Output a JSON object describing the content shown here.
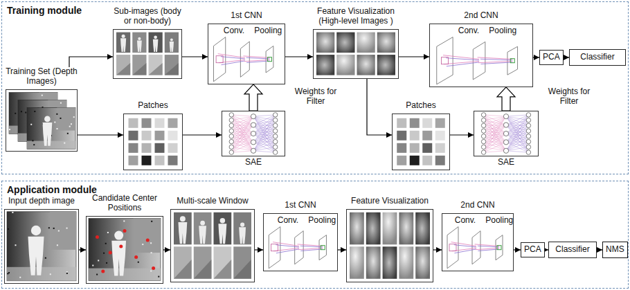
{
  "diagram": {
    "nodes": [
      {
        "text": [
          "Training module"
        ]
      },
      {
        "text": [
          "Training Set (Depth Images)"
        ],
        "in": 0
      },
      {
        "text": [
          "Sub-images (body or non-body)"
        ],
        "in": 0
      },
      {
        "text": [
          "1st CNN",
          "Conv.",
          "Pooling"
        ],
        "in": 0
      },
      {
        "text": [
          "Feature Visualization (High-level Images )"
        ],
        "in": 0
      },
      {
        "text": [
          "2nd CNN",
          "Conv.",
          "Pooling"
        ],
        "in": 0
      },
      {
        "text": [
          "PCA"
        ],
        "in": 0
      },
      {
        "text": [
          "Classifier"
        ],
        "in": 0
      },
      {
        "text": [
          "Patches"
        ],
        "in": 0
      },
      {
        "text": [
          "SAE"
        ],
        "in": 0
      },
      {
        "text": [
          "Patches"
        ],
        "in": 0
      },
      {
        "text": [
          "SAE"
        ],
        "in": 0
      },
      {
        "text": [
          "Application module"
        ]
      },
      {
        "text": [
          "Input depth image"
        ],
        "in": 12
      },
      {
        "text": [
          "Candidate Center Positions"
        ],
        "in": 12
      },
      {
        "text": [
          "Multi-scale Window"
        ],
        "in": 12
      },
      {
        "text": [
          "1st CNN",
          "Conv.",
          "Pooling"
        ],
        "in": 12
      },
      {
        "text": [
          "Feature Visualization"
        ],
        "in": 12
      },
      {
        "text": [
          "2nd CNN",
          "Conv.",
          "Pooling"
        ],
        "in": 12
      },
      {
        "text": [
          "PCA"
        ],
        "in": 12
      },
      {
        "text": [
          "Classifier"
        ],
        "in": 12
      },
      {
        "text": [
          "NMS"
        ],
        "in": 12
      }
    ],
    "edges": [
      {
        "from": 1,
        "to": 2,
        "arrow": "to"
      },
      {
        "from": 1,
        "to": 8,
        "arrow": "to"
      },
      {
        "from": 2,
        "to": 3,
        "arrow": "to"
      },
      {
        "from": 3,
        "to": 4,
        "arrow": "to"
      },
      {
        "from": 4,
        "to": 5,
        "arrow": "to"
      },
      {
        "from": 5,
        "to": 6,
        "arrow": "to"
      },
      {
        "from": 6,
        "to": 7,
        "arrow": "to"
      },
      {
        "from": 8,
        "to": 9,
        "arrow": "to"
      },
      {
        "from": 9,
        "to": 3,
        "arrow": "to"
      },
      {
        "from": 4,
        "to": 10,
        "arrow": "to"
      },
      {
        "from": 10,
        "to": 11,
        "arrow": "to"
      },
      {
        "from": 11,
        "to": 5,
        "arrow": "to"
      },
      {
        "from": 13,
        "to": 14,
        "arrow": "to"
      },
      {
        "from": 14,
        "to": 15,
        "arrow": "to"
      },
      {
        "from": 15,
        "to": 16,
        "arrow": "to"
      },
      {
        "from": 16,
        "to": 17,
        "arrow": "to"
      },
      {
        "from": 17,
        "to": 18,
        "arrow": "to"
      },
      {
        "from": 18,
        "to": 19,
        "arrow": "to"
      },
      {
        "from": 19,
        "to": 20,
        "arrow": "to"
      },
      {
        "from": 20,
        "to": 21,
        "arrow": "to"
      }
    ],
    "labels": [
      "Weights for Filter",
      "Weights for Filter"
    ]
  }
}
